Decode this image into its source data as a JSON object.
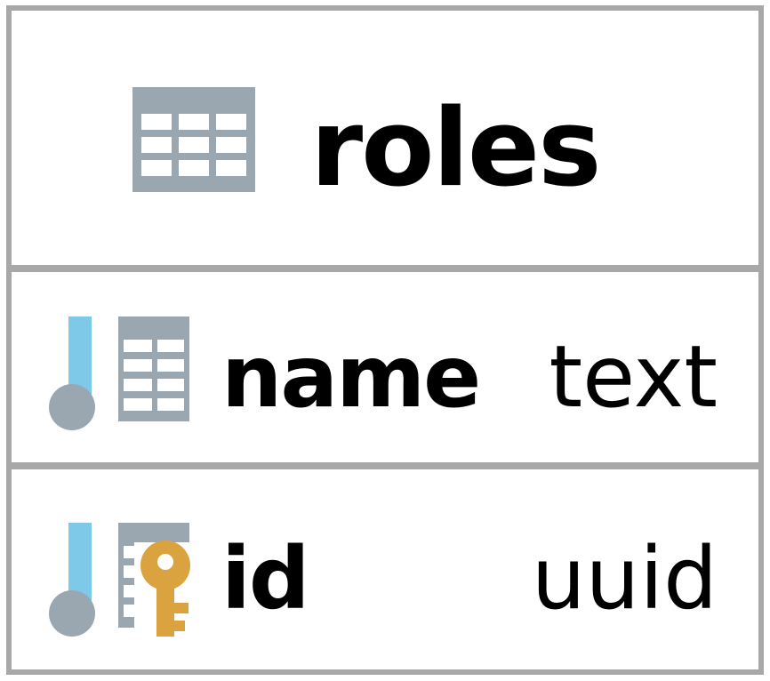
{
  "entity": {
    "name": "roles",
    "icon": "table-icon",
    "columns": [
      {
        "name": "name",
        "type": "text",
        "icon": "column-icon",
        "primary_key": false
      },
      {
        "name": "id",
        "type": "uuid",
        "icon": "primary-key-column-icon",
        "primary_key": true
      }
    ]
  },
  "colors": {
    "border": "#a8a8a8",
    "icon_gray": "#9aa7b1",
    "icon_blue": "#7ec8e8",
    "key_gold": "#dba33f"
  }
}
